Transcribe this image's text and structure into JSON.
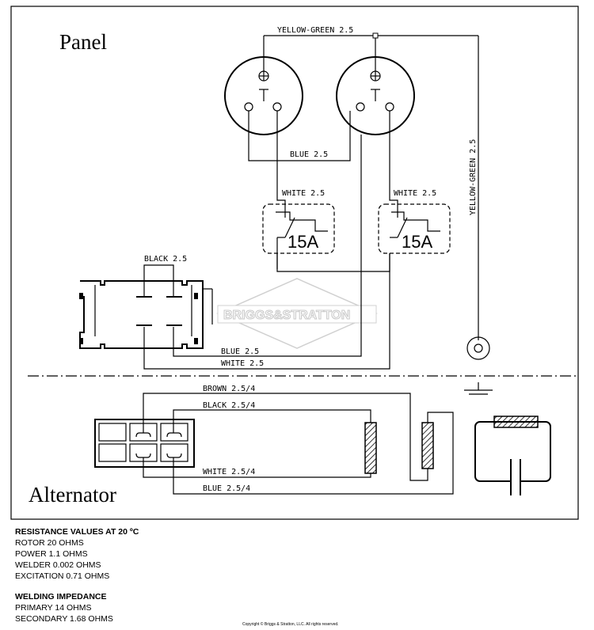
{
  "sections": {
    "panel": "Panel",
    "alternator": "Alternator"
  },
  "wires": {
    "yellow_green_top": "YELLOW-GREEN 2.5",
    "yellow_green_side": "YELLOW-GREEN 2.5",
    "blue_receptacles": "BLUE 2.5",
    "white_left_breaker": "WHITE 2.5",
    "white_right_breaker": "WHITE 2.5",
    "black_connector": "BLACK 2.5",
    "blue_bottom": "BLUE 2.5",
    "white_bottom": "WHITE 2.5",
    "brown_alt": "BROWN 2.5/4",
    "black_alt": "BLACK 2.5/4",
    "white_alt": "WHITE 2.5/4",
    "blue_alt": "BLUE 2.5/4"
  },
  "breakers": {
    "left": "15A",
    "right": "15A"
  },
  "watermark": "BRIGGS&STRATTON",
  "notes": {
    "resistance_heading": "RESISTANCE VALUES AT 20 ºC",
    "rotor": "ROTOR 20 OHMS",
    "power": "POWER 1.1 OHMS",
    "welder": "WELDER 0.002 OHMS",
    "excitation": "EXCITATION 0.71 OHMS",
    "impedance_heading": "WELDING IMPEDANCE",
    "primary": "PRIMARY 14 OHMS",
    "secondary": "SECONDARY 1.68 OHMS"
  },
  "copyright": "Copyright © Briggs & Stratton, LLC. All rights reserved."
}
